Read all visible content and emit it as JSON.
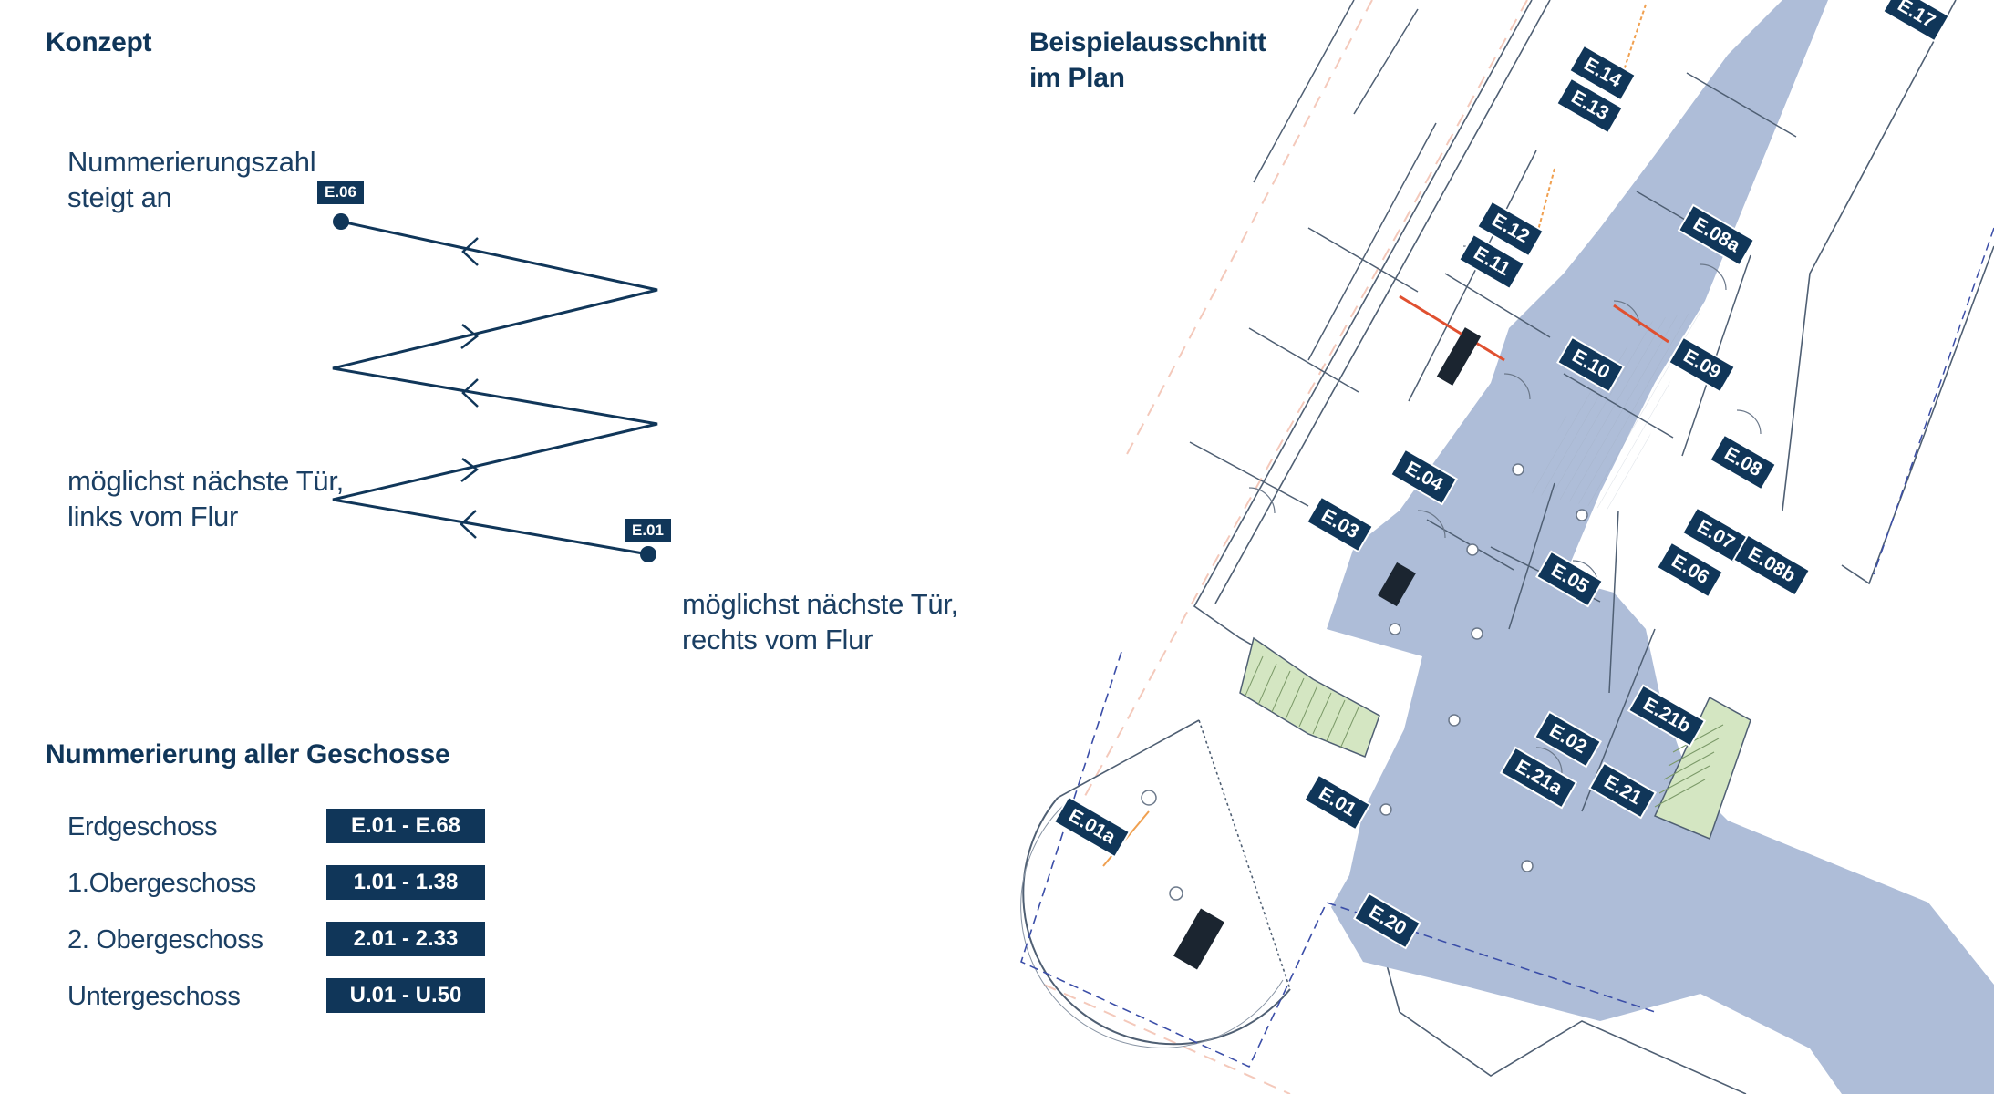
{
  "left": {
    "concept_title": "Konzept",
    "label_increasing": [
      "Nummerierungszahl",
      "steigt an"
    ],
    "label_left_door": [
      "möglichst nächste Tür,",
      "links vom Flur"
    ],
    "label_right_door": [
      "möglichst nächste Tür,",
      "rechts vom Flur"
    ],
    "start_tag": "E.06",
    "end_tag": "E.01",
    "floors_title": "Nummerierung aller Geschosse",
    "floors": [
      {
        "name": "Erdgeschoss",
        "range": "E.01 - E.68"
      },
      {
        "name": "1.Obergeschoss",
        "range": "1.01 - 1.38"
      },
      {
        "name": "2. Obergeschoss",
        "range": "2.01 - 2.33"
      },
      {
        "name": "Untergeschoss",
        "range": "U.01 - U.50"
      }
    ]
  },
  "right": {
    "title": [
      "Beispielausschnitt",
      "im Plan"
    ],
    "rooms": [
      "E.17",
      "E.14",
      "E.13",
      "E.12",
      "E.11",
      "E.08a",
      "E.10",
      "E.09",
      "E.08",
      "E.04",
      "E.03",
      "E.07",
      "E.08b",
      "E.05",
      "E.06",
      "E.21b",
      "E.02",
      "E.21a",
      "E.21",
      "E.01",
      "E.01a",
      "E.20"
    ]
  },
  "colors": {
    "navy": "#103659",
    "corridor": "#aebdd8",
    "stair_green": "#d4e6c2",
    "accent_orange": "#f0a050",
    "accent_red": "#e05030"
  }
}
